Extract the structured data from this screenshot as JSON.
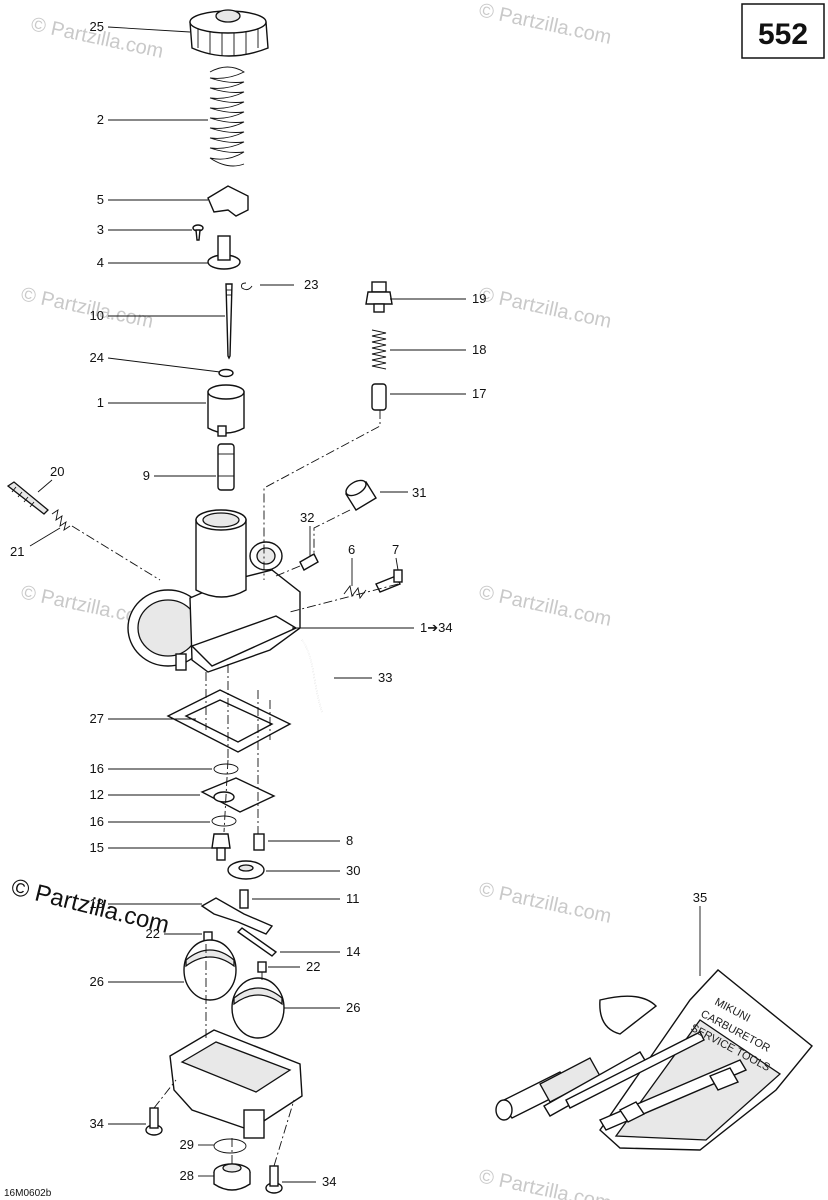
{
  "page_number": "552",
  "drawing_code": "16M0602b",
  "watermark": "© Partzilla.com",
  "callouts": [
    {
      "id": "25",
      "label": "25"
    },
    {
      "id": "2",
      "label": "2"
    },
    {
      "id": "5",
      "label": "5"
    },
    {
      "id": "3",
      "label": "3"
    },
    {
      "id": "4",
      "label": "4"
    },
    {
      "id": "23",
      "label": "23"
    },
    {
      "id": "10",
      "label": "10"
    },
    {
      "id": "19",
      "label": "19"
    },
    {
      "id": "18",
      "label": "18"
    },
    {
      "id": "24",
      "label": "24"
    },
    {
      "id": "17",
      "label": "17"
    },
    {
      "id": "1",
      "label": "1"
    },
    {
      "id": "9",
      "label": "9"
    },
    {
      "id": "20",
      "label": "20"
    },
    {
      "id": "31",
      "label": "31"
    },
    {
      "id": "32",
      "label": "32"
    },
    {
      "id": "21",
      "label": "21"
    },
    {
      "id": "6",
      "label": "6"
    },
    {
      "id": "7",
      "label": "7"
    },
    {
      "id": "1-34",
      "label": "1➔34"
    },
    {
      "id": "33",
      "label": "33"
    },
    {
      "id": "27",
      "label": "27"
    },
    {
      "id": "16a",
      "label": "16"
    },
    {
      "id": "12",
      "label": "12"
    },
    {
      "id": "16b",
      "label": "16"
    },
    {
      "id": "8",
      "label": "8"
    },
    {
      "id": "15",
      "label": "15"
    },
    {
      "id": "30",
      "label": "30"
    },
    {
      "id": "13",
      "label": "13"
    },
    {
      "id": "11",
      "label": "11"
    },
    {
      "id": "22a",
      "label": "22"
    },
    {
      "id": "14",
      "label": "14"
    },
    {
      "id": "22b",
      "label": "22"
    },
    {
      "id": "26a",
      "label": "26"
    },
    {
      "id": "26b",
      "label": "26"
    },
    {
      "id": "35",
      "label": "35"
    },
    {
      "id": "34a",
      "label": "34"
    },
    {
      "id": "29",
      "label": "29"
    },
    {
      "id": "28",
      "label": "28"
    },
    {
      "id": "34b",
      "label": "34"
    }
  ],
  "tool_kit": {
    "line1": "MIKUNI",
    "line2": "CARBURETOR",
    "line3": "SERVICE TOOLS"
  }
}
